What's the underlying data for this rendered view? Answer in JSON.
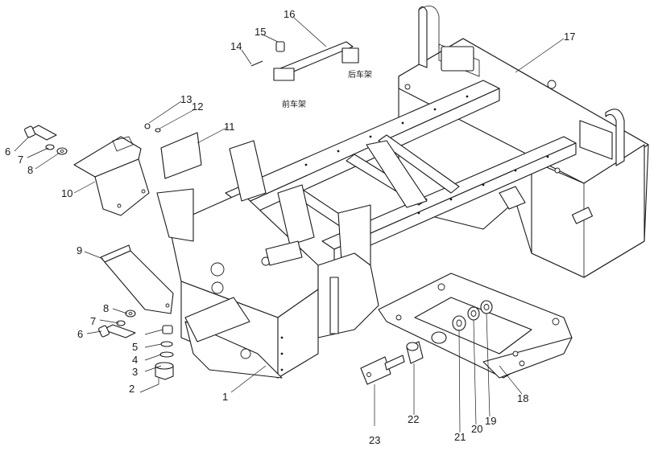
{
  "callouts": [
    "1",
    "2",
    "3",
    "4",
    "5",
    "6",
    "7",
    "8",
    "9",
    "10",
    "11",
    "12",
    "13",
    "14",
    "15",
    "16",
    "17",
    "18",
    "19",
    "20",
    "21",
    "22",
    "23",
    "6",
    "7",
    "8"
  ],
  "notes": {
    "front_frame": "前车架",
    "rear_frame": "后车架"
  }
}
